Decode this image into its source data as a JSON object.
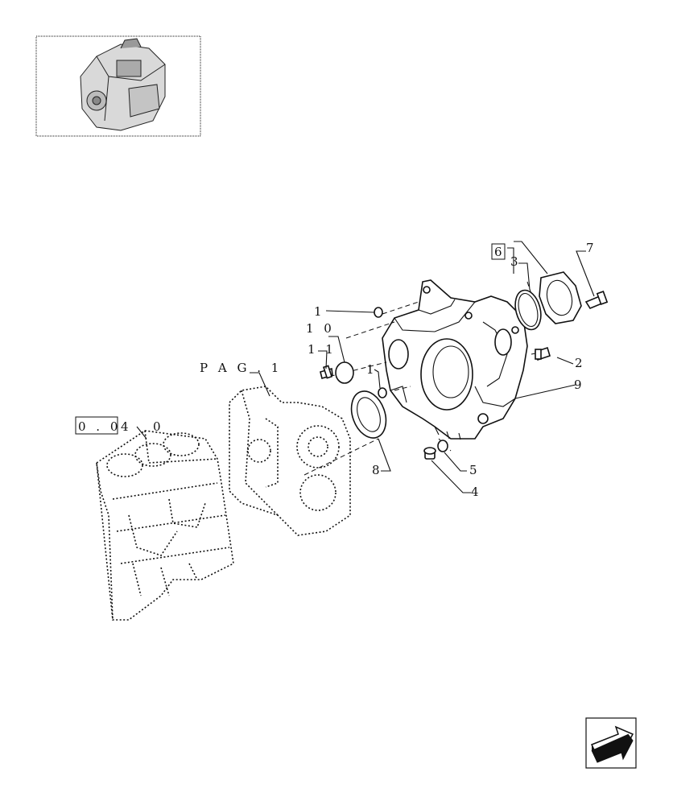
{
  "thumbnail": {
    "icon": "engine-thumbnail-icon"
  },
  "references": {
    "block_ref_boxed": "0 . 0",
    "block_ref_suffix": "4",
    "block_ref_tail": "0",
    "page_ref": "P A G . 1"
  },
  "callouts": {
    "c1a": "1",
    "c1b": "1",
    "c2": "2",
    "c3": "3",
    "c4": "4",
    "c5": "5",
    "c6": "6",
    "c7": "7",
    "c8": "8",
    "c9": "9",
    "c10": "1 0",
    "c11": "1 1"
  },
  "nav": {
    "icon": "next-page-arrow-icon"
  }
}
